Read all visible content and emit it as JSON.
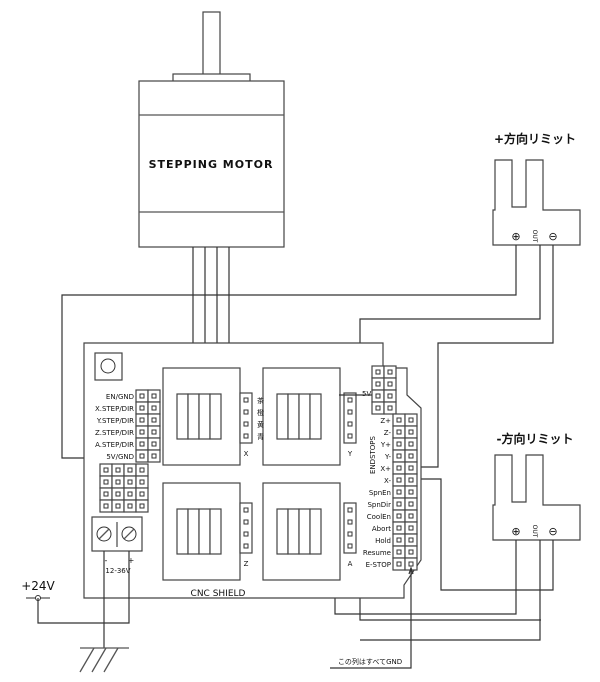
{
  "motor": {
    "label": "STEPPING MOTOR"
  },
  "limit_plus": {
    "title": "+方向リミット",
    "pin_plus": "⊕",
    "pin_out": "OUT",
    "pin_minus": "⊖"
  },
  "limit_minus": {
    "title": "-方向リミット",
    "pin_plus": "⊕",
    "pin_out": "OUT",
    "pin_minus": "⊖"
  },
  "board": {
    "name": "CNC SHIELD",
    "left_header_labels": [
      "EN/GND",
      "X.STEP/DIR",
      "Y.STEP/DIR",
      "Z.STEP/DIR",
      "A.STEP/DIR",
      "5V/GND"
    ],
    "axes": [
      "X",
      "Y",
      "Z",
      "A"
    ],
    "coil_colors": [
      "茶",
      "橙",
      "黄",
      "青"
    ],
    "five_v_label": "5V",
    "endstops_label": "ENDSTOPS",
    "endstop_labels": [
      "Z+",
      "Z-",
      "Y+",
      "Y-",
      "X+",
      "X-",
      "SpnEn",
      "SpnDir",
      "CoolEn",
      "Abort",
      "Hold",
      "Resume",
      "E-STOP"
    ],
    "power_terminal": {
      "minus": "-",
      "plus": "+",
      "range": "12-36V"
    }
  },
  "power": {
    "label": "+24V"
  },
  "notes": {
    "gnd_column": "この列はすべてGND"
  }
}
